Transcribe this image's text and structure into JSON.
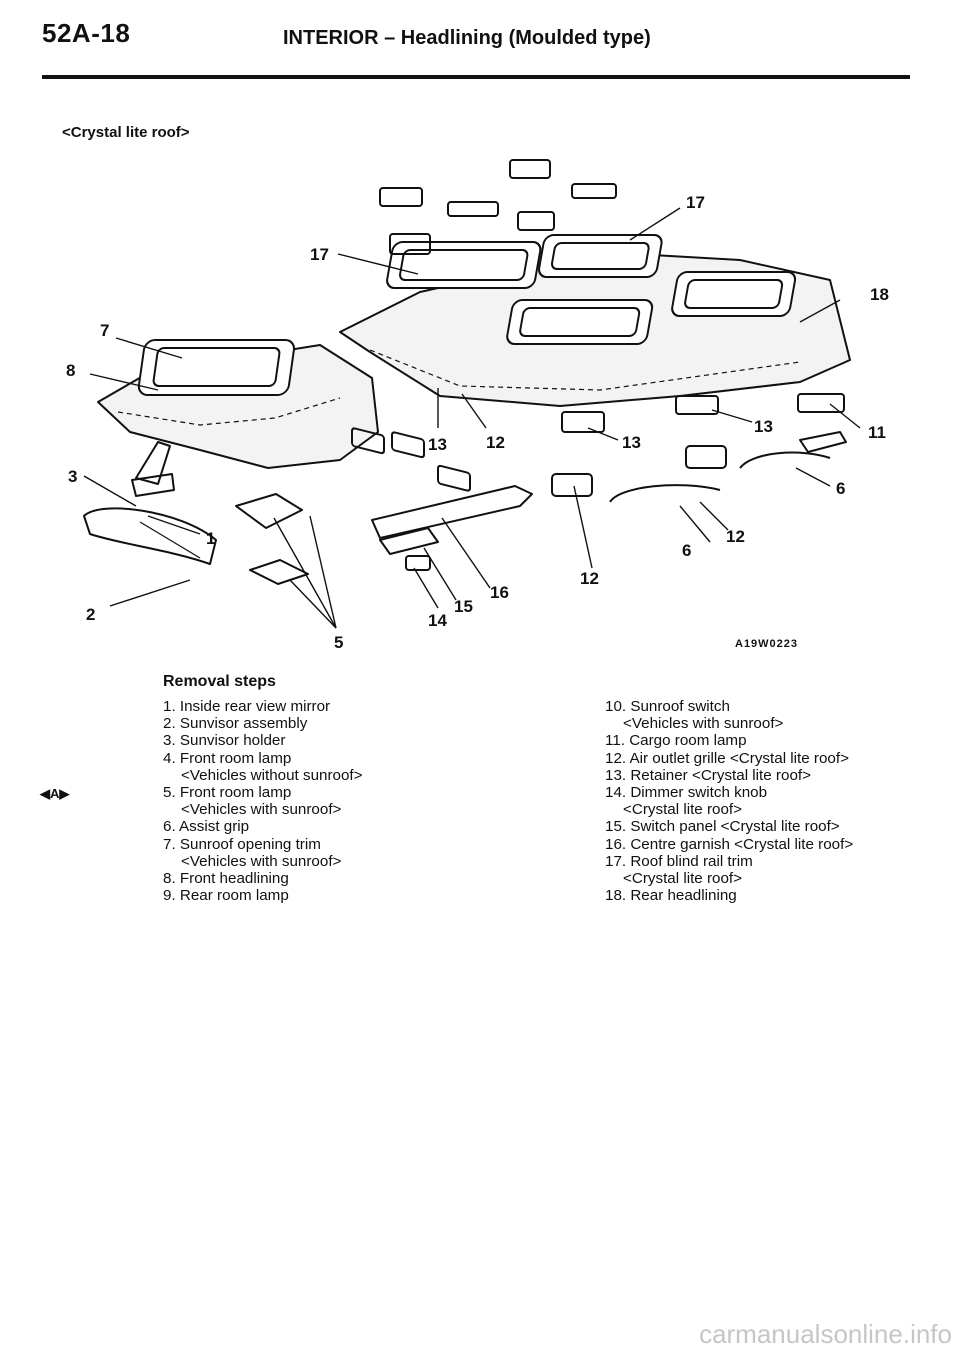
{
  "header": {
    "code": "52A-18",
    "title": "INTERIOR – Headlining (Moulded type)"
  },
  "variant_label": "<Crystal lite roof>",
  "figure": {
    "reference": "A19W0223",
    "callouts": [
      "17",
      "17",
      "18",
      "7",
      "8",
      "13",
      "12",
      "13",
      "13",
      "11",
      "3",
      "1",
      "6",
      "12",
      "6",
      "16",
      "12",
      "2",
      "15",
      "14",
      "5"
    ]
  },
  "removal": {
    "heading": "Removal steps",
    "service_mark": "◀A▶",
    "column1": [
      {
        "text": "1. Inside rear view mirror",
        "sub": false
      },
      {
        "text": "2. Sunvisor assembly",
        "sub": false
      },
      {
        "text": "3. Sunvisor holder",
        "sub": false
      },
      {
        "text": "4. Front room lamp",
        "sub": false
      },
      {
        "text": "<Vehicles without sunroof>",
        "sub": true
      },
      {
        "text": "5. Front room lamp",
        "sub": false
      },
      {
        "text": "<Vehicles with sunroof>",
        "sub": true
      },
      {
        "text": "6. Assist grip",
        "sub": false
      },
      {
        "text": "7. Sunroof opening trim",
        "sub": false
      },
      {
        "text": "<Vehicles with sunroof>",
        "sub": true
      },
      {
        "text": "8. Front headlining",
        "sub": false
      },
      {
        "text": "9. Rear room lamp",
        "sub": false
      }
    ],
    "column2": [
      {
        "text": "10. Sunroof switch",
        "sub": false
      },
      {
        "text": "<Vehicles with sunroof>",
        "sub": true
      },
      {
        "text": "11. Cargo room lamp",
        "sub": false
      },
      {
        "text": "12. Air outlet grille <Crystal lite roof>",
        "sub": false
      },
      {
        "text": "13. Retainer <Crystal lite roof>",
        "sub": false
      },
      {
        "text": "14. Dimmer switch knob",
        "sub": false
      },
      {
        "text": "<Crystal lite roof>",
        "sub": true
      },
      {
        "text": "15. Switch panel <Crystal lite roof>",
        "sub": false
      },
      {
        "text": "16. Centre garnish <Crystal lite roof>",
        "sub": false
      },
      {
        "text": "17. Roof blind rail trim",
        "sub": false
      },
      {
        "text": "<Crystal lite roof>",
        "sub": true
      },
      {
        "text": "18. Rear headlining",
        "sub": false
      }
    ]
  },
  "watermark": "carmanualsonline.info"
}
